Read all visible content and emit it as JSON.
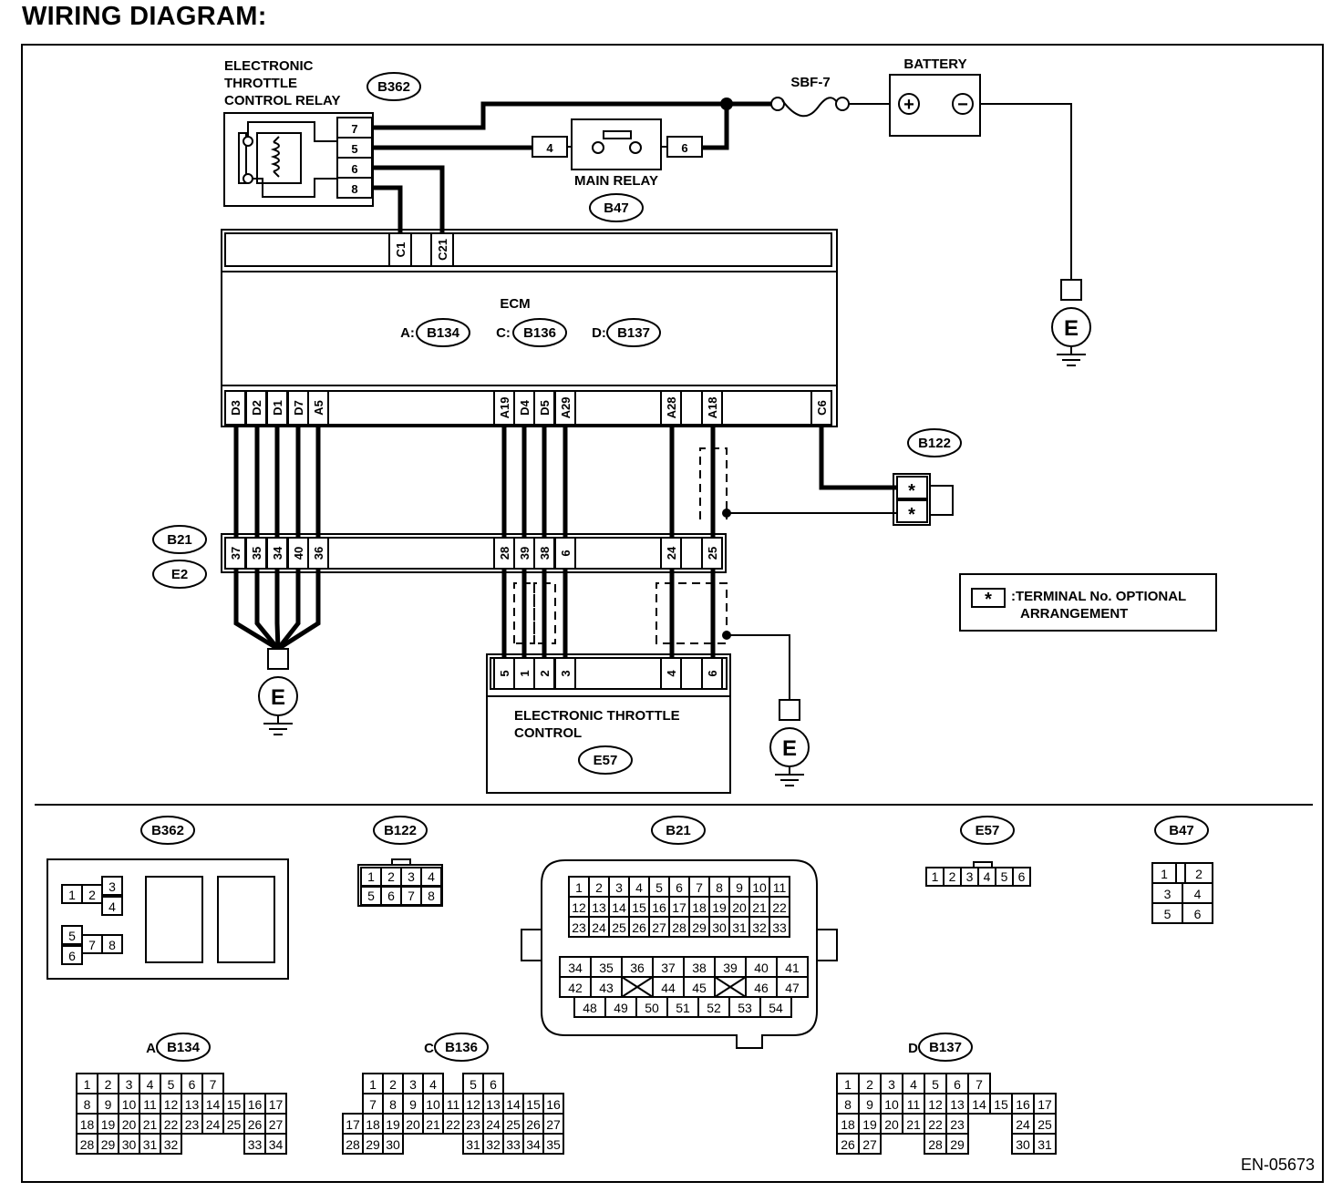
{
  "heading": "WIRING DIAGRAM:",
  "doc_id": "EN-05673",
  "etc_relay": {
    "title": [
      "ELECTRONIC",
      "THROTTLE",
      "CONTROL RELAY"
    ],
    "connector": "B362",
    "pins": [
      "7",
      "5",
      "6",
      "8"
    ]
  },
  "main_relay": {
    "title": "MAIN RELAY",
    "connector": "B47",
    "pin_left": "4",
    "pin_right": "6"
  },
  "fuse": {
    "label": "SBF-7"
  },
  "battery": {
    "label": "BATTERY",
    "plus": "+",
    "minus": "−"
  },
  "ground_symbol": "E",
  "ecm": {
    "title": "ECM",
    "connectors": [
      {
        "prefix": "A:",
        "id": "B134"
      },
      {
        "prefix": "C:",
        "id": "B136"
      },
      {
        "prefix": "D:",
        "id": "B137"
      }
    ],
    "top_pins": [
      "C1",
      "C21"
    ],
    "bottom_pins": [
      "D3",
      "D2",
      "D1",
      "D7",
      "A5",
      "A19",
      "D4",
      "D5",
      "A29",
      "A28",
      "A18",
      "C6"
    ]
  },
  "b122": {
    "label": "B122",
    "pins": [
      "*",
      "*"
    ]
  },
  "intermediate": {
    "labels": [
      "B21",
      "E2"
    ],
    "pins": [
      "37",
      "35",
      "34",
      "40",
      "36",
      "28",
      "39",
      "38",
      "6",
      "24",
      "25"
    ]
  },
  "etc": {
    "title": [
      "ELECTRONIC THROTTLE",
      "CONTROL"
    ],
    "connector": "E57",
    "pins": [
      "5",
      "1",
      "2",
      "3",
      "4",
      "6"
    ]
  },
  "legend": {
    "symbol": "*",
    "text": [
      ":TERMINAL No. OPTIONAL",
      "ARRANGEMENT"
    ]
  },
  "connector_views": {
    "B362": {
      "label": "B362",
      "pins": [
        "1",
        "2",
        "3",
        "4",
        "5",
        "6",
        "7",
        "8"
      ]
    },
    "B122": {
      "label": "B122",
      "row1": [
        "1",
        "2",
        "3",
        "4"
      ],
      "row2": [
        "5",
        "6",
        "7",
        "8"
      ]
    },
    "B21": {
      "label": "B21",
      "rows_top": [
        [
          "1",
          "2",
          "3",
          "4",
          "5",
          "6",
          "7",
          "8",
          "9",
          "10",
          "11"
        ],
        [
          "12",
          "13",
          "14",
          "15",
          "16",
          "17",
          "18",
          "19",
          "20",
          "21",
          "22"
        ],
        [
          "23",
          "24",
          "25",
          "26",
          "27",
          "28",
          "29",
          "30",
          "31",
          "32",
          "33"
        ]
      ],
      "rows_bottom": [
        [
          "34",
          "35",
          "36",
          "37",
          "38",
          "39",
          "40",
          "41"
        ],
        [
          "42",
          "43",
          "X",
          "44",
          "45",
          "X",
          "46",
          "47"
        ],
        [
          "48",
          "49",
          "50",
          "51",
          "52",
          "53",
          "54"
        ]
      ]
    },
    "E57": {
      "label": "E57",
      "pins": [
        "1",
        "2",
        "3",
        "4",
        "5",
        "6"
      ]
    },
    "B47": {
      "label": "B47",
      "rows": [
        [
          "1",
          "",
          "2"
        ],
        [
          "3",
          "4"
        ],
        [
          "5",
          "6"
        ]
      ]
    },
    "A": {
      "prefix": "A:",
      "label": "B134",
      "rows": [
        [
          "1",
          "2",
          "3",
          "4",
          "5",
          "6",
          "7"
        ],
        [
          "8",
          "9",
          "10",
          "11",
          "12",
          "13",
          "14",
          "15",
          "16",
          "17"
        ],
        [
          "18",
          "19",
          "20",
          "21",
          "22",
          "23",
          "24",
          "25",
          "26",
          "27"
        ],
        [
          "28",
          "29",
          "30",
          "31",
          "32",
          "",
          "",
          "",
          "33",
          "34"
        ]
      ]
    },
    "C": {
      "prefix": "C:",
      "label": "B136",
      "rows": [
        [
          "",
          "1",
          "2",
          "3",
          "4",
          "",
          "5",
          "6"
        ],
        [
          "",
          "7",
          "8",
          "9",
          "10",
          "11",
          "12",
          "13",
          "14",
          "15",
          "16"
        ],
        [
          "17",
          "18",
          "19",
          "20",
          "21",
          "22",
          "23",
          "24",
          "25",
          "26",
          "27"
        ],
        [
          "28",
          "29",
          "30",
          "",
          "",
          "",
          "31",
          "32",
          "33",
          "34",
          "35"
        ]
      ]
    },
    "D": {
      "prefix": "D:",
      "label": "B137",
      "rows": [
        [
          "1",
          "2",
          "3",
          "4",
          "5",
          "6",
          "7"
        ],
        [
          "8",
          "9",
          "10",
          "11",
          "12",
          "13",
          "14",
          "15",
          "16",
          "17"
        ],
        [
          "18",
          "19",
          "20",
          "21",
          "22",
          "23",
          "",
          "",
          "24",
          "25"
        ],
        [
          "26",
          "27",
          "",
          "",
          "28",
          "29",
          "",
          "",
          "30",
          "31"
        ]
      ]
    }
  }
}
